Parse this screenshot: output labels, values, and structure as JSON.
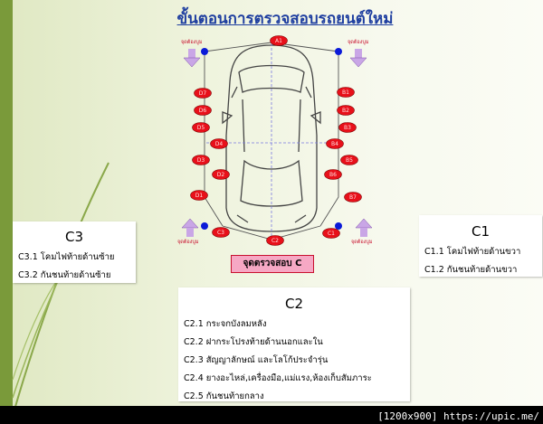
{
  "title": "ขั้นตอนการตรวจสอบรถยนต์ใหม่",
  "start_label": "จุดต้องบูม",
  "caption": "จุดตรวจสอบ C",
  "points_left": [
    "D7",
    "D6",
    "D5",
    "D4",
    "D3",
    "D2",
    "D1"
  ],
  "points_right": [
    "B1",
    "B2",
    "B3",
    "B4",
    "B5",
    "B6",
    "B7"
  ],
  "point_top": "A1",
  "point_bottom_left": "C3",
  "point_bottom": "C2",
  "point_bottom_right": "C1",
  "c3": {
    "title": "C3",
    "items": [
      "C3.1 โคมไฟท้ายด้านซ้าย",
      "C3.2 กันชนท้ายด้านซ้าย"
    ]
  },
  "c1": {
    "title": "C1",
    "items": [
      "C1.1 โคมไฟท้ายด้านขวา",
      "C1.2 กันชนท้ายด้านขวา"
    ]
  },
  "c2": {
    "title": "C2",
    "items": [
      "C2.1 กระจกบังลมหลัง",
      "C2.2 ฝากระโปรงท้ายด้านนอกและใน",
      "C2.3 สัญญาลักษณ์ และโลโก้ประจำรุ่น",
      "C2.4 ยางอะไหล่,เครื่องมือ,แม่แรง,ห้องเก็บสัมภาระ",
      "C2.5 กันชนท้ายกลาง"
    ]
  },
  "watermark": "[1200x900] https://upic.me/",
  "colors": {
    "point_fill": "#e8101a",
    "dot_fill": "#0a1ad8",
    "title": "#1f3fa0",
    "accent_bar": "#7a9a3a"
  }
}
